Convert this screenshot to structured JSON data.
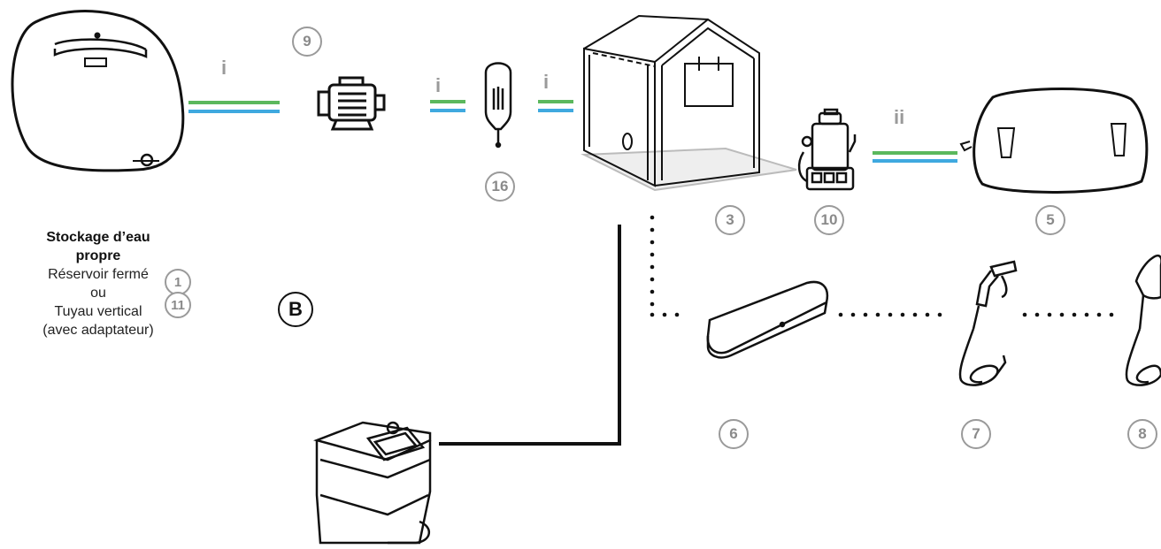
{
  "badges": {
    "b9": "9",
    "b16": "16",
    "b3": "3",
    "b10": "10",
    "b5": "5",
    "b1": "1",
    "b11": "11",
    "b6": "6",
    "b7": "7",
    "b8": "8",
    "bB": "B"
  },
  "line_labels": {
    "l1": "i",
    "l2": "i",
    "l3": "i",
    "l4": "ii"
  },
  "legend": {
    "title_line1": "Stockage d’eau",
    "title_line2": "propre",
    "option1": "Réservoir fermé",
    "or": "ou",
    "option2_line1": "Tuyau vertical",
    "option2_line2": "(avec adaptateur)"
  },
  "colors": {
    "green": "#5bb85d",
    "blue": "#3fa9df",
    "badge": "#9a9a9a",
    "ink": "#111111"
  },
  "icons": [
    "water-tank-icon",
    "pump-motor-icon",
    "filter-icon",
    "inflatable-tent-icon",
    "sprayer-pump-icon",
    "bladder-tank-icon",
    "cushion-icon",
    "spray-gun-icon",
    "shower-wand-icon",
    "wash-station-icon"
  ]
}
